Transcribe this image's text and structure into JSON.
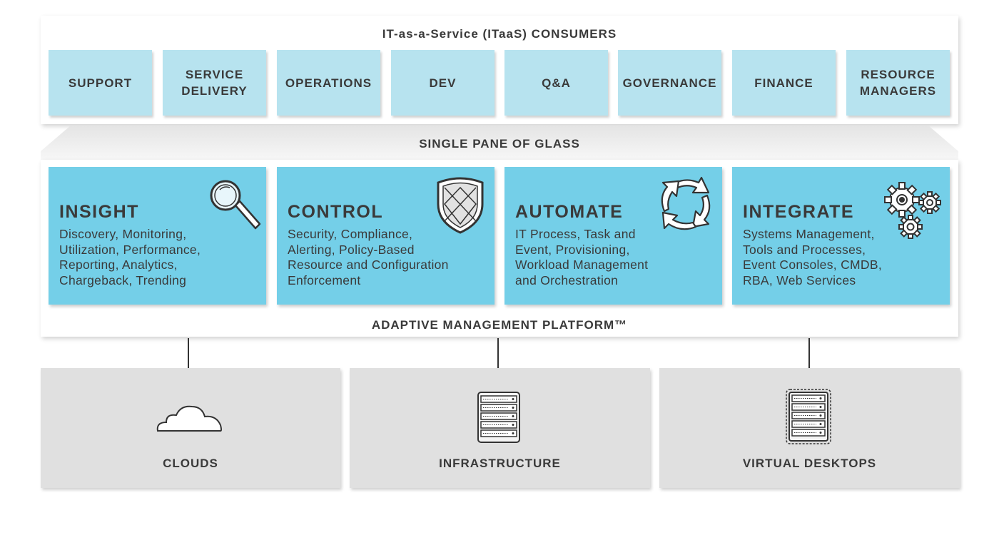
{
  "consumers": {
    "title": "IT-as-a-Service (ITaaS) CONSUMERS",
    "items": [
      {
        "label": "SUPPORT"
      },
      {
        "label": "SERVICE\nDELIVERY"
      },
      {
        "label": "OPERATIONS"
      },
      {
        "label": "DEV"
      },
      {
        "label": "Q&A"
      },
      {
        "label": "GOVERNANCE"
      },
      {
        "label": "FINANCE"
      },
      {
        "label": "RESOURCE\nMANAGERS"
      }
    ]
  },
  "glass": {
    "title": "SINGLE PANE OF GLASS"
  },
  "platform": {
    "title": "ADAPTIVE MANAGEMENT PLATFORM™",
    "capabilities": [
      {
        "title": "INSIGHT",
        "description": "Discovery, Monitoring,\nUtilization, Performance,\nReporting, Analytics,\nChargeback, Trending",
        "icon": "magnifier-icon"
      },
      {
        "title": "CONTROL",
        "description": "Security, Compliance,\nAlerting, Policy-Based\nResource and Configuration\nEnforcement",
        "icon": "shield-icon"
      },
      {
        "title": "AUTOMATE",
        "description": "IT Process, Task and\nEvent, Provisioning,\nWorkload Management\nand Orchestration",
        "icon": "cycle-arrows-icon"
      },
      {
        "title": "INTEGRATE",
        "description": "Systems Management,\nTools and Processes,\nEvent Consoles, CMDB,\nRBA, Web Services",
        "icon": "gears-icon"
      }
    ]
  },
  "targets": [
    {
      "label": "CLOUDS",
      "icon": "cloud-icon"
    },
    {
      "label": "INFRASTRUCTURE",
      "icon": "server-rack-icon"
    },
    {
      "label": "VIRTUAL DESKTOPS",
      "icon": "virtual-server-icon"
    }
  ],
  "colors": {
    "consumer_box": "#b7e3ef",
    "capability_box": "#74cfe8",
    "target_box": "#e0e0e0",
    "glass_band": "#eeeeee"
  }
}
